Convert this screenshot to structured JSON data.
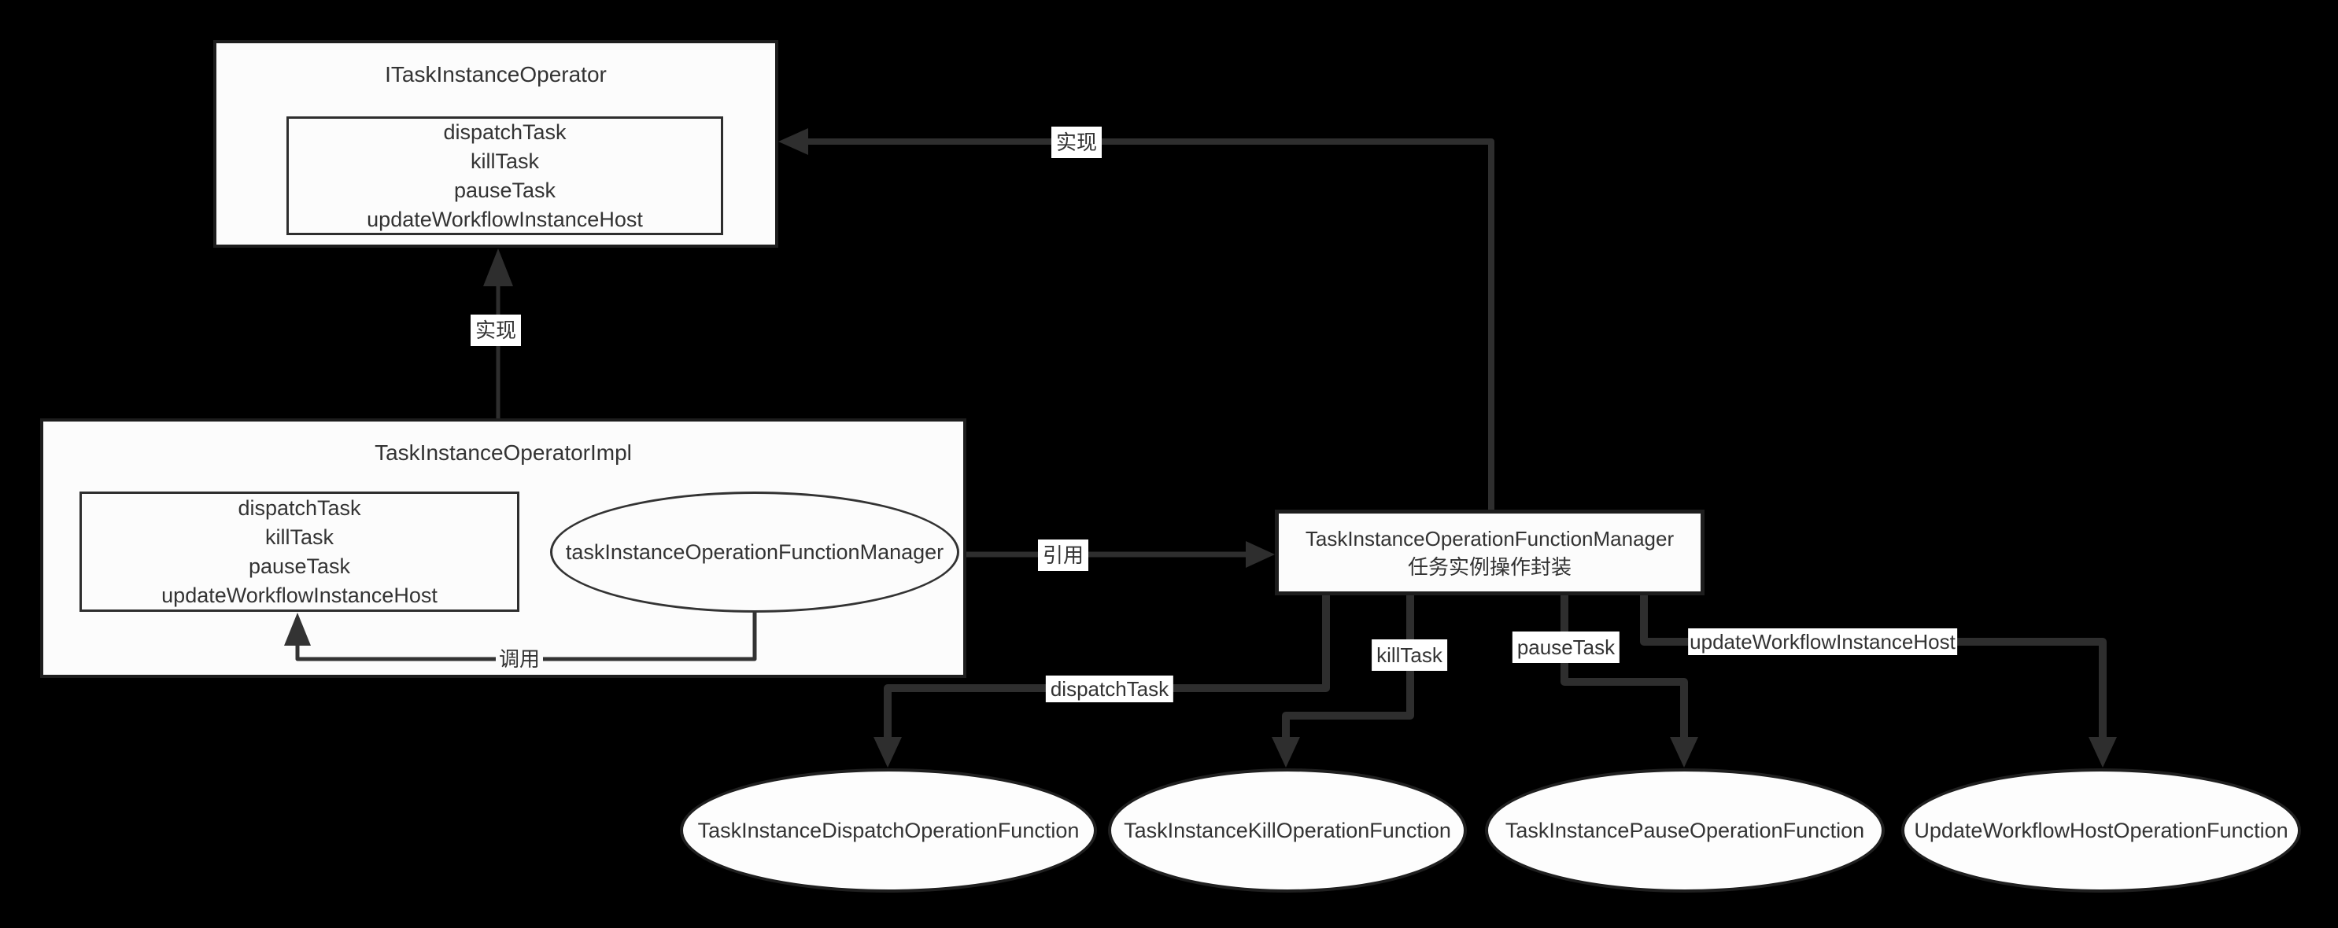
{
  "diagram": {
    "colors": {
      "background": "#000000",
      "connector": "#2e2e2e",
      "inner_connector": "#333333",
      "shape_fill": "#fcfcfc",
      "shape_border": "#1d1d1d",
      "text": "#333333",
      "label_background": "#ffffff"
    },
    "interface_box": {
      "title": "ITaskInstanceOperator",
      "methods": [
        "dispatchTask",
        "killTask",
        "pauseTask",
        "updateWorkflowInstanceHost"
      ]
    },
    "impl_box": {
      "title": "TaskInstanceOperatorImpl",
      "methods": [
        "dispatchTask",
        "killTask",
        "pauseTask",
        "updateWorkflowInstanceHost"
      ],
      "manager_ellipse": "taskInstanceOperationFunctionManager"
    },
    "manager_box": {
      "title": "TaskInstanceOperationFunctionManager",
      "subtitle": "任务实例操作封装"
    },
    "function_ellipses": [
      "TaskInstanceDispatchOperationFunction",
      "TaskInstanceKillOperationFunction",
      "TaskInstancePauseOperationFunction",
      "UpdateWorkflowHostOperationFunction"
    ],
    "edge_labels": {
      "realize_top": "实现",
      "realize_left": "实现",
      "reference": "引用",
      "call": "调用",
      "dispatch": "dispatchTask",
      "kill": "killTask",
      "pause": "pauseTask",
      "update": "updateWorkflowInstanceHost"
    }
  }
}
